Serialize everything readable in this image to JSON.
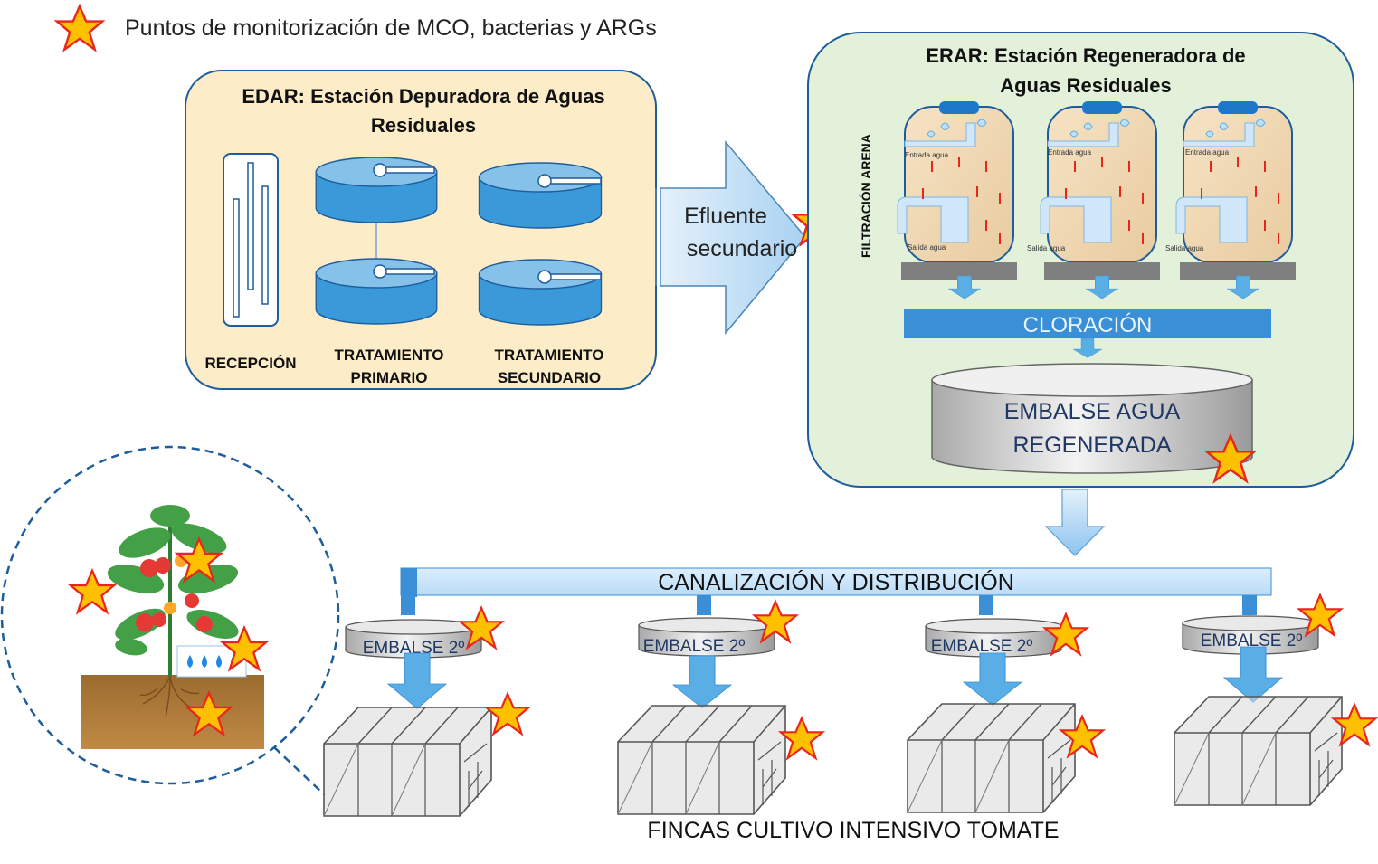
{
  "legend": {
    "label": "Puntos de monitorización de MCO, bacterias y ARGs",
    "icon": "star-icon"
  },
  "edar": {
    "title_line1": "EDAR: Estación Depuradora de Aguas",
    "title_line2": "Residuales",
    "recepcion": "RECEPCIÓN",
    "primario_line1": "TRATAMIENTO",
    "primario_line2": "PRIMARIO",
    "secundario_line1": "TRATAMIENTO",
    "secundario_line2": "SECUNDARIO"
  },
  "effluent": {
    "line1": "Efluente",
    "line2": "secundario"
  },
  "erar": {
    "title_line1": "ERAR: Estación Regeneradora de",
    "title_line2": "Aguas Residuales",
    "filtration_label": "FILTRACIÓN ARENA",
    "inlet_label": "Entrada agua",
    "outlet_label": "Salida agua",
    "chlorination": "CLORACIÓN",
    "reservoir_line1": "EMBALSE AGUA",
    "reservoir_line2": "REGENERADA"
  },
  "distribution": {
    "label": "CANALIZACIÓN Y DISTRIBUCIÓN"
  },
  "secondary_reservoir_label": "EMBALSE 2º",
  "farms_label": "FINCAS CULTIVO INTENSIVO TOMATE",
  "colors": {
    "edar_bg": "#fcecc8",
    "erar_bg": "#e3f1db",
    "box_border": "#1e5d9b",
    "tank_blue": "#4aa3df",
    "tank_top": "#8fc6ec",
    "bar_blue": "#3b8fd6",
    "bar_text": "#e8f3fc",
    "arrow_light": "#c8e3f7",
    "star_fill": "#ffc000",
    "star_stroke": "#e8261b",
    "reservoir_text": "#1f3864"
  }
}
